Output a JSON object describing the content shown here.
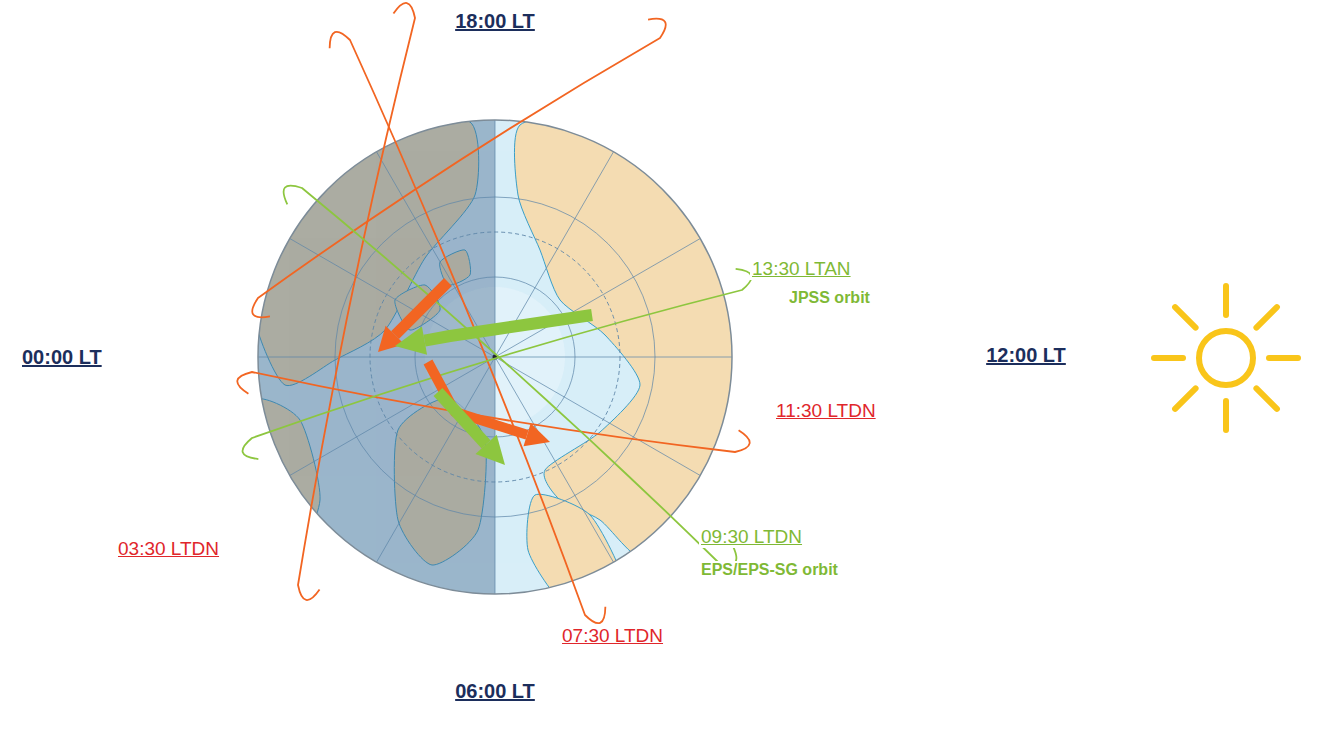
{
  "diagram": {
    "labels": [
      "18:00 LT",
      "13:30 LTAN",
      "JPSS orbit",
      "00:00 LT",
      "12:00 LT",
      "11:30 LTDN",
      "03:30 LTDN",
      "09:30 LTDN",
      "EPS/EPS-SG orbit",
      "07:30 LTDN",
      "06:00 LT"
    ]
  }
}
